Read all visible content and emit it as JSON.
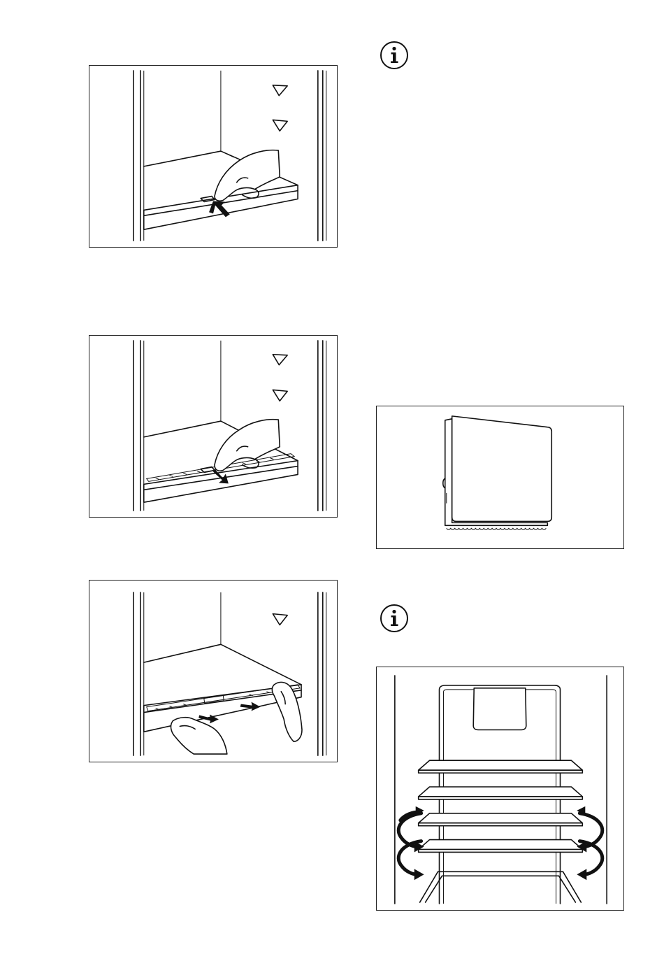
{
  "figures": [
    {
      "id": "step1",
      "illustration": "press-shelf-release-button"
    },
    {
      "id": "step2",
      "illustration": "pull-shelf-cover-forward"
    },
    {
      "id": "step3",
      "illustration": "remove-shelf-with-both-hands"
    },
    {
      "id": "bag",
      "illustration": "filter-bag"
    },
    {
      "id": "shelves",
      "illustration": "reposition-door-shelves"
    }
  ],
  "icons": {
    "info": "info-icon"
  },
  "colors": {
    "line": "#111111",
    "background": "#ffffff"
  }
}
